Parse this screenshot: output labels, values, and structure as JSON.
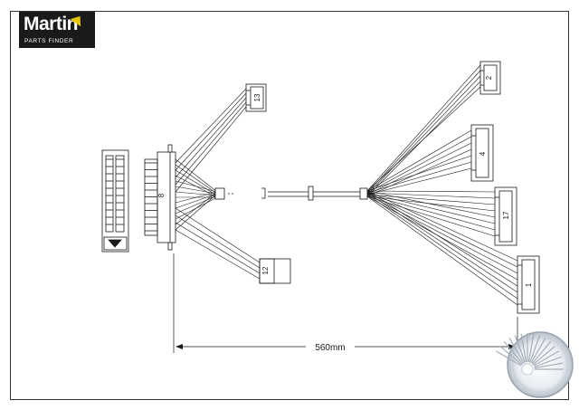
{
  "logo": {
    "wordmark": "Martin",
    "tagline": "PARTS FINDER"
  },
  "diagram": {
    "connector_labels": {
      "center": "8",
      "top": "13",
      "bottom": "12",
      "right_1": "2",
      "right_2": "4",
      "right_3": "17",
      "right_4": "1"
    },
    "dimension": "560mm"
  },
  "colors": {
    "frame": "#333333",
    "line": "#1a1a1a",
    "logo_background": "#1a1a1a",
    "logo_text": "#ffffff",
    "logo_accent": "#e6c600",
    "watermark": "#9aa4b0"
  }
}
